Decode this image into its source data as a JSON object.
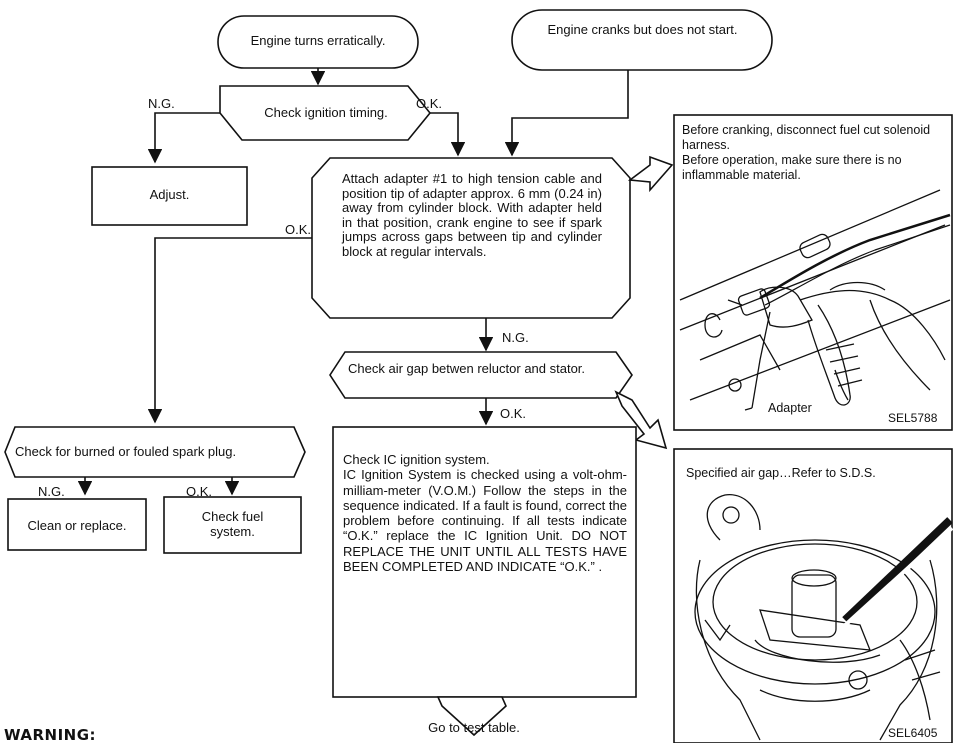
{
  "nodes": {
    "erratic": "Engine turns erratically.",
    "cranks": "Engine cranks but does not start.",
    "timing": "Check ignition timing.",
    "adjust": "Adjust.",
    "adapter_test": "Attach adapter #1 to high tension cable and position tip of adapter approx. 6 mm (0.24 in) away from cylinder block. With adapter held in that position, crank engine to see if spark jumps across gaps between tip and cylinder block at regular intervals.",
    "air_gap": "Check air gap betwen reluctor and stator.",
    "spark_plug": "Check for burned or fouled spark plug.",
    "clean": "Clean or replace.",
    "fuel": "Check fuel system.",
    "ic_system": "Check IC ignition system.\nIC Ignition System is checked using a volt-ohm-milliam-meter (V.O.M.) Follow the steps in the sequence indicated. If a fault is found, correct the problem before continuing. If all tests indicate “O.K.” replace the IC Ignition Unit. DO NOT REPLACE THE UNIT UNTIL ALL TESTS HAVE BEEN COMPLETED AND INDICATE “O.K.” .",
    "test_table": "Go to test table."
  },
  "edge_labels": {
    "timing_ng": "N.G.",
    "timing_ok": "O.K.",
    "adapter_ok": "O.K.",
    "adapter_ng": "N.G.",
    "airgap_ok": "O.K.",
    "plug_ng": "N.G.",
    "plug_ok": "O.K."
  },
  "panels": {
    "cranking": {
      "note": "Before cranking, disconnect fuel cut solenoid harness.\nBefore operation, make sure there is no inflammable material.",
      "callout": "Adapter",
      "code": "SEL5788"
    },
    "airgap": {
      "note": "Specified air gap…Refer to S.D.S.",
      "code": "SEL6405"
    }
  },
  "warning": "WARNING:"
}
